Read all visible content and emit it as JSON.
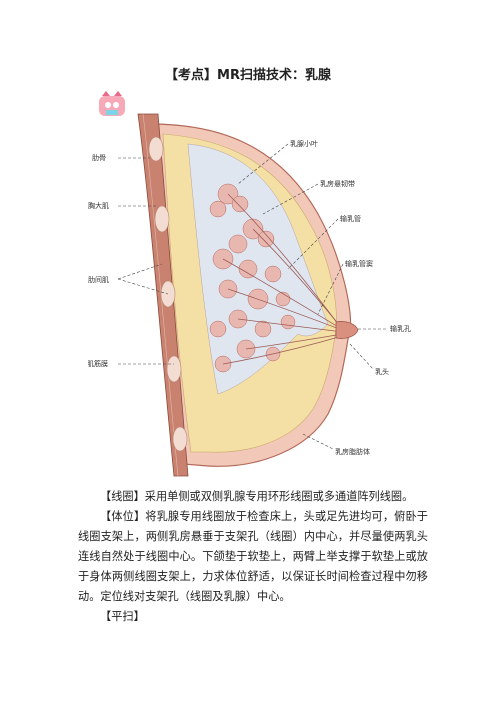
{
  "document": {
    "title": "【考点】MR扫描技术：乳腺",
    "figure_labels": {
      "rib": "肋骨",
      "pectoralis_major": "胸大肌",
      "intercostal": "肋间肌",
      "deep_fascia": "胸肌筋膜",
      "lobule": "乳腺小叶",
      "suspensory_ligament": "乳房悬韧带",
      "lactiferous_duct": "输乳管",
      "lactiferous_sinus": "输乳管窦",
      "duct_opening": "输乳孔",
      "nipple": "乳头",
      "fat_tissue": "乳房脂肪体"
    },
    "paragraphs": [
      "【线圈】采用单侧或双侧乳腺专用环形线圈或多通道阵列线圈。",
      "【体位】将乳腺专用线圈放于检查床上，头或足先进均可，俯卧于线圈支架上，两侧乳房悬垂于支架孔（线圈）内中心，并尽量使两乳头连线自然处于线圈中心。下颌垫于软垫上，两臂上举支撑于软垫上或放于身体两侧线圈支架上，力求体位舒适，以保证长时间检查过程中勿移动。定位线对支架孔（线圈及乳腺）中心。",
      "【平扫】"
    ]
  },
  "colors": {
    "muscle": "#c9826f",
    "skin": "#f2c9b8",
    "fat": "#f4dfa4",
    "gland": "#e8b8b0",
    "background_tissue": "#dfe6f0"
  }
}
